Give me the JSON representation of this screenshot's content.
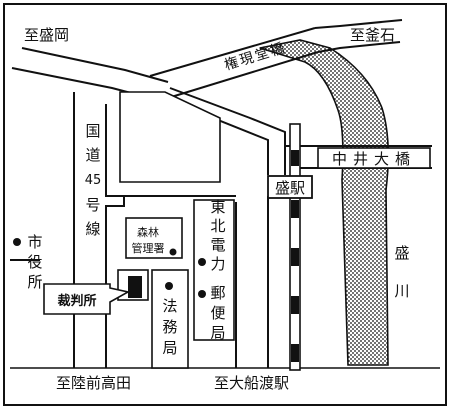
{
  "colors": {
    "ink": "#111111",
    "paper": "#ffffff",
    "river": "#b8b8b8"
  },
  "labels": {
    "to_morioka": "至盛岡",
    "to_kamaishi": "至釜石",
    "gongendo_bridge": "権現堂橋",
    "nakai_bridge": "中井大橋",
    "route45": [
      "国",
      "道",
      "45",
      "号",
      "線"
    ],
    "moriya_station": "盛駅",
    "shinrin_office": [
      "森林",
      "管理署"
    ],
    "tohoku_electric": [
      "東",
      "北",
      "電",
      "力"
    ],
    "post_office": [
      "郵",
      "便",
      "局"
    ],
    "legal_affairs": [
      "法",
      "務",
      "局"
    ],
    "city_hall": [
      "市",
      "役",
      "所"
    ],
    "sakari_river": [
      "盛",
      "川"
    ],
    "courthouse": "裁判所",
    "to_rikuzentakata": "至陸前高田",
    "to_ofunato": "至大船渡駅"
  },
  "icons": {
    "landmark": "filled-circle-icon",
    "courthouse": "filled-square-icon"
  }
}
